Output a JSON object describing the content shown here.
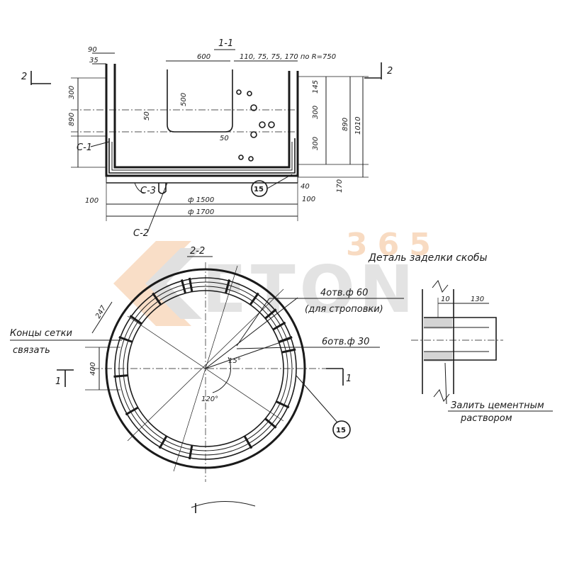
{
  "watermark": {
    "brand": "ETON",
    "number": "365",
    "gray_color": "#c8c8c8",
    "orange_color": "#f5c49a"
  },
  "section_1": {
    "title": "1-1",
    "dims_top": [
      "90",
      "35",
      "600",
      "110, 75, 75, 170 по R=750"
    ],
    "dims_left": [
      "300",
      "890"
    ],
    "dims_inner": [
      "500",
      "50",
      "50"
    ],
    "dims_right": [
      "145",
      "300",
      "300",
      "890",
      "1010"
    ],
    "dims_bottom": [
      "100",
      "ф 1500",
      "ф 1700",
      "40",
      "100",
      "170"
    ],
    "labels": [
      "С-1",
      "С-3",
      "С-2"
    ],
    "callout": "15",
    "cut_mark": "2"
  },
  "section_2": {
    "title": "2-2",
    "dims": [
      "247",
      "400",
      "15°",
      "120°"
    ],
    "notes": {
      "holes_60": "4отв.ф 60",
      "holes_60_note": "(для строповки)",
      "holes_30": "6отв.ф 30",
      "mesh_note_line1": "Концы сетки",
      "mesh_note_line2": "связать"
    },
    "cut_mark": "1",
    "callout": "15"
  },
  "detail": {
    "title": "Деталь заделки скобы",
    "dims": [
      "10",
      "130"
    ],
    "note_line1": "Залить цементным",
    "note_line2": "раствором"
  }
}
